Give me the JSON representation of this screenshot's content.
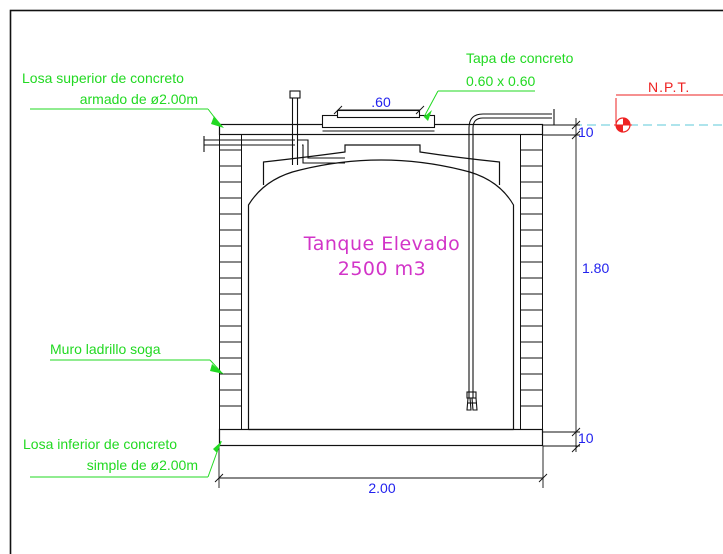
{
  "drawing": {
    "labels": {
      "top_slab_line1": "Losa superior de concreto",
      "top_slab_line2": "armado de  ø2.00m",
      "lid_line1": "Tapa de concreto",
      "lid_line2": "0.60 x 0.60",
      "wall": "Muro ladrillo soga",
      "bottom_slab_line1": "Losa inferior de concreto",
      "bottom_slab_line2": "simple de ø2.00m"
    },
    "tank": {
      "title_line1": "Tanque Elevado",
      "title_line2": "2500 m3"
    },
    "dimensions": {
      "lid_width": ".60",
      "top_slab_thickness": "10",
      "height": "1.80",
      "bottom_slab_thickness": "10",
      "width": "2.00"
    },
    "level_marker": "N.P.T."
  },
  "colors": {
    "outline": "#111111",
    "annotation_green": "#22d922",
    "dimension_blue": "#2222ee",
    "tank_label_magenta": "#d234c8",
    "level_red": "#ee2222",
    "level_line_cyan": "#5ec8d8"
  }
}
